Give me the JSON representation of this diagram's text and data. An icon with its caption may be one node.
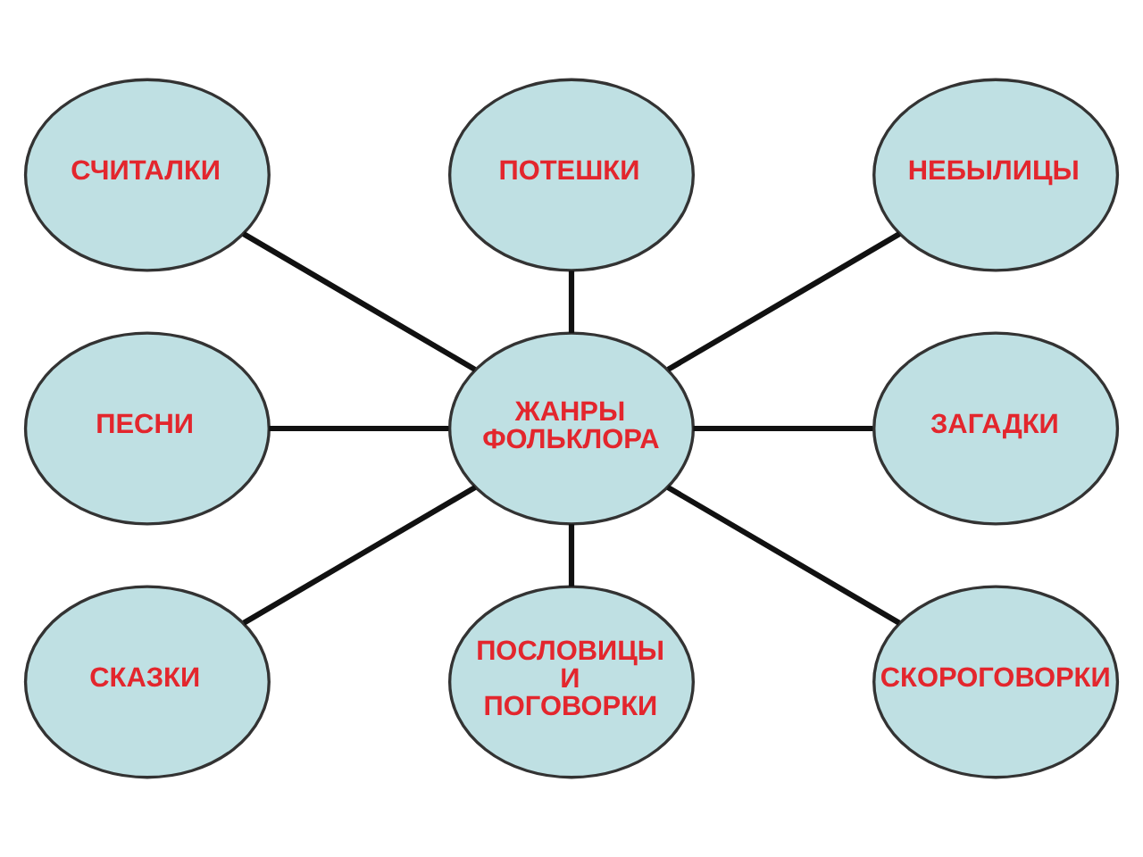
{
  "diagram": {
    "nodes": [
      {
        "text": [
          "ПОТЕШКИ"
        ]
      },
      {
        "text": [
          "СЧИТАЛКИ"
        ]
      },
      {
        "text": [
          "НЕБЫЛИЦЫ"
        ]
      },
      {
        "text": [
          "ПЕСНИ"
        ]
      },
      {
        "text": [
          "ЖАНРЫ ФОЛЬКЛОРА"
        ]
      },
      {
        "text": [
          "ЗАГАДКИ"
        ]
      },
      {
        "text": [
          "СКАЗКИ"
        ]
      },
      {
        "text": [
          "СКОРОГОВОРКИ"
        ]
      },
      {
        "text": [
          "ПОСЛОВИЦЫ И ПОГОВОРКИ"
        ]
      }
    ],
    "edges": [
      {
        "from": 4,
        "to": 0,
        "arrow": "none"
      },
      {
        "from": 4,
        "to": 2,
        "arrow": "none"
      },
      {
        "from": 4,
        "to": 5,
        "arrow": "none"
      },
      {
        "from": 4,
        "to": 7,
        "arrow": "none"
      },
      {
        "from": 4,
        "to": 8,
        "arrow": "none"
      },
      {
        "from": 4,
        "to": 6,
        "arrow": "none"
      },
      {
        "from": 4,
        "to": 3,
        "arrow": "none"
      },
      {
        "from": 4,
        "to": 1,
        "arrow": "none"
      }
    ]
  }
}
